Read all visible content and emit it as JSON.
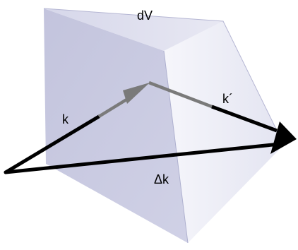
{
  "labels": {
    "volume": "dV",
    "incident_vector": "k",
    "scattered_vector": "k´",
    "difference_vector": "Δk"
  },
  "colors": {
    "front_face": "#c8c9e0",
    "right_face": "#eeeef7",
    "top_face": "#dfe0ef",
    "vector_black": "#000000",
    "vector_gray": "#707070"
  }
}
